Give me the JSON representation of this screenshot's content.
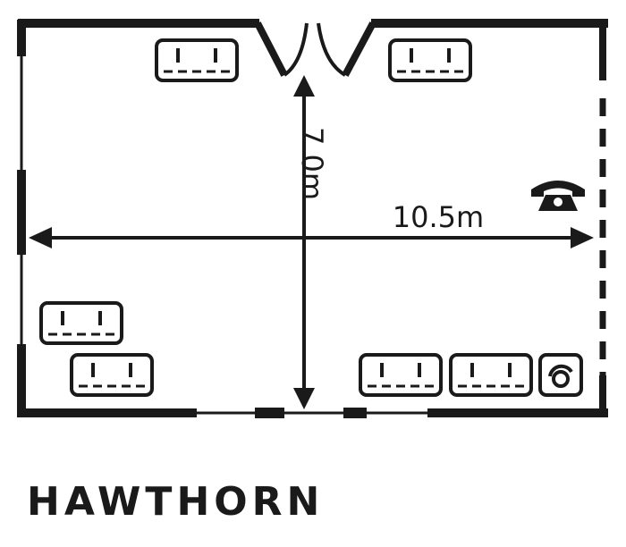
{
  "room": {
    "name": "HAWTHORN"
  },
  "dimensions": {
    "length": "10.5m",
    "width": "7.0m"
  },
  "colors": {
    "ink": "#1a1a1a",
    "background": "#ffffff"
  },
  "icons": {
    "socket": "double-socket-icon",
    "phone": "telephone-icon",
    "data_point": "data-point-icon",
    "door": "double-door-icon"
  }
}
